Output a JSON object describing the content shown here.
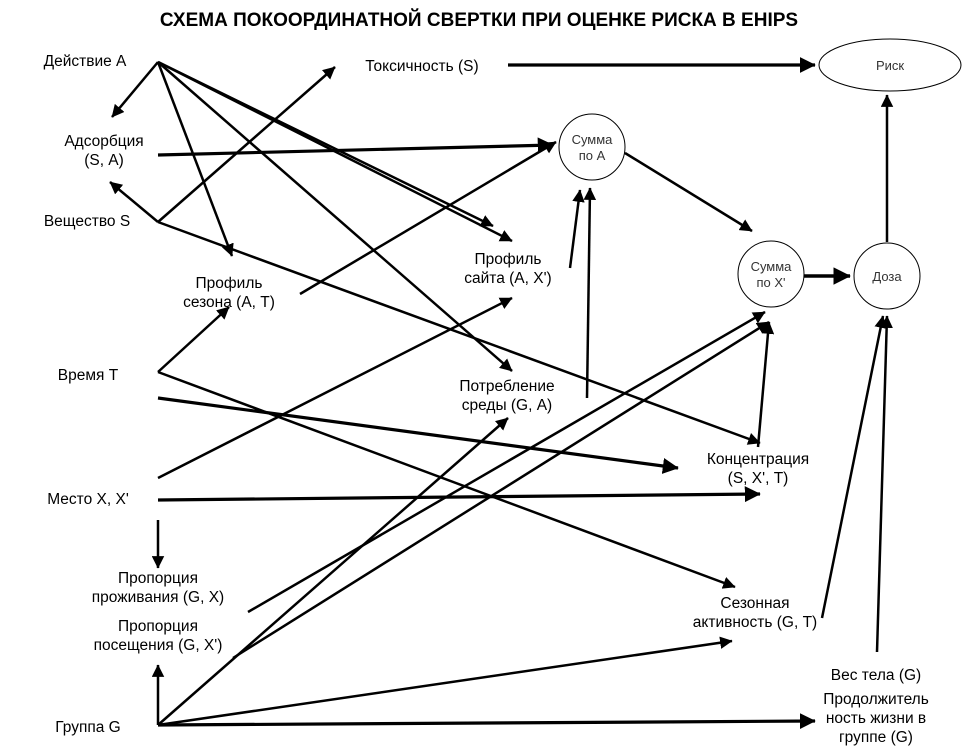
{
  "title": "СХЕМА ПОКООРДИНАТНОЙ СВЕРТКИ ПРИ ОЦЕНКЕ РИСКА В EHIPS",
  "nodes": {
    "action": {
      "lines": [
        "Действие  А"
      ]
    },
    "adsorption": {
      "lines": [
        "Адсорбция",
        "(S, А)"
      ]
    },
    "substance": {
      "lines": [
        "Вещество  S"
      ]
    },
    "toxicity": {
      "lines": [
        "Токсичность (S)"
      ]
    },
    "risk": {
      "lines": [
        "Риск"
      ]
    },
    "sum_a": {
      "lines": [
        "Сумма",
        "по А"
      ]
    },
    "season_profile": {
      "lines": [
        "Профиль",
        "сезона (А, Т)"
      ]
    },
    "site_profile": {
      "lines": [
        "Профиль",
        "сайта (А, X')"
      ]
    },
    "sum_x": {
      "lines": [
        "Сумма",
        "по X'"
      ]
    },
    "dose": {
      "lines": [
        "Доза"
      ]
    },
    "time": {
      "lines": [
        "Время Т"
      ]
    },
    "consumption": {
      "lines": [
        "Потребление",
        "среды (G, А)"
      ]
    },
    "concentration": {
      "lines": [
        "Концентрация",
        "(S, X', Т)"
      ]
    },
    "place": {
      "lines": [
        "Место X, X'"
      ]
    },
    "residence": {
      "lines": [
        "Пропорция",
        "проживания (G, X)"
      ]
    },
    "visit": {
      "lines": [
        "Пропорция",
        "посещения (G, X')"
      ]
    },
    "seasonal": {
      "lines": [
        "Сезонная",
        "активность (G, Т)"
      ]
    },
    "weight": {
      "lines": [
        "Вес тела (G)"
      ]
    },
    "lifespan": {
      "lines": [
        "Продолжитель",
        "ность жизни в",
        "группе (G)"
      ]
    },
    "group": {
      "lines": [
        "Группа  G"
      ]
    }
  }
}
